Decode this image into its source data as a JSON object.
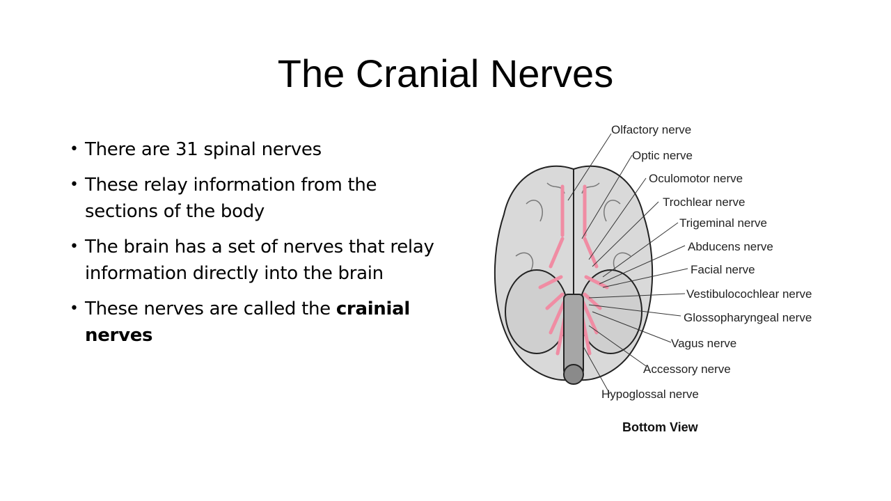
{
  "slide": {
    "title": "The Cranial Nerves",
    "bullets": [
      {
        "text": "There are 31 spinal nerves"
      },
      {
        "text": "These relay information from the sections of the body"
      },
      {
        "text": "The brain has a set of nerves that relay information directly into the brain"
      },
      {
        "text": "These nerves are called the ",
        "bold": "crainial nerves"
      }
    ]
  },
  "diagram": {
    "labels": {
      "olfactory": "Olfactory nerve",
      "optic": "Optic nerve",
      "oculomotor": "Oculomotor nerve",
      "trochlear": "Trochlear nerve",
      "trigeminal": "Trigeminal nerve",
      "abducens": "Abducens nerve",
      "facial": "Facial nerve",
      "vestibulocochlear": "Vestibulocochlear nerve",
      "glossopharyngeal": "Glossopharyngeal nerve",
      "vagus": "Vagus nerve",
      "accessory": "Accessory nerve",
      "hypoglossal": "Hypoglossal nerve"
    },
    "caption": "Bottom View",
    "colors": {
      "brain": "#d9d9d9",
      "nerve": "#f08ca3",
      "outline": "#222222",
      "stem": "#a6a6a6"
    }
  }
}
